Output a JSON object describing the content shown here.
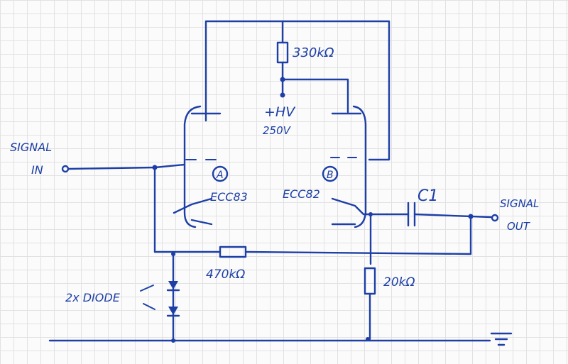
{
  "labels": {
    "signal_in_top": "SIGNAL",
    "signal_in_bottom": "IN",
    "signal_out_top": "SIGNAL",
    "signal_out_bottom": "OUT",
    "r_top": "330kΩ",
    "hv": "+HV",
    "hv_value": "250V",
    "tube_a_letter": "A",
    "tube_a_type": "ECC83",
    "tube_b_letter": "B",
    "tube_b_type": "ECC82",
    "cap": "C1",
    "r_mid": "470kΩ",
    "r_right": "20kΩ",
    "diode": "2x DIODE"
  },
  "colors": {
    "ink": "#1d3fa6",
    "grid": "#e2e2e2",
    "paper": "#fbfbfb"
  }
}
